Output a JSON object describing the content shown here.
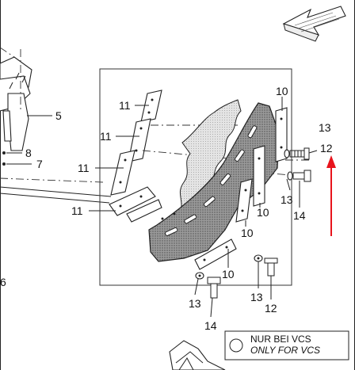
{
  "labels": {
    "p5": "5",
    "p8": "8",
    "p7": "7",
    "p6": "6",
    "p11a": "11",
    "p11b": "11",
    "p11c": "11",
    "p11d": "11",
    "p10a": "10",
    "p10b": "10",
    "p10c": "10",
    "p10d": "10",
    "p13a": "13",
    "p13b": "13",
    "p13c": "13",
    "p13d": "13",
    "p12a": "12",
    "p12b": "12",
    "p14a": "14",
    "p14b": "14"
  },
  "note": {
    "line1": "NUR BEI VCS",
    "line2": "ONLY FOR VCS"
  },
  "colors": {
    "arrow": "#e8141c",
    "line": "#222222",
    "fill_dark": "#7a7a7a"
  }
}
